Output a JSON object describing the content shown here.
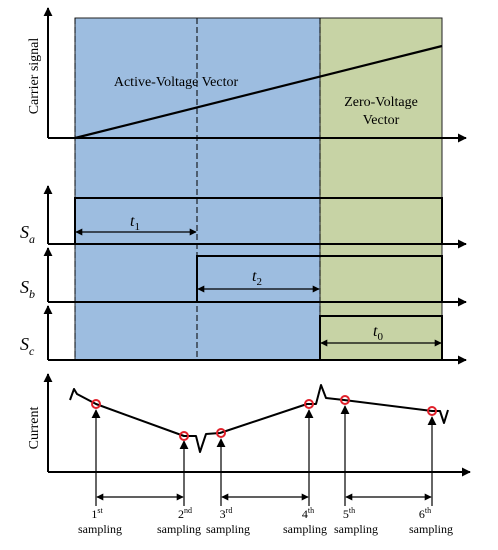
{
  "colors": {
    "active_region": "#9DBDE0",
    "zero_region": "#C7D3A5",
    "line": "#000000",
    "sample_marker": "#E0202A"
  },
  "panels": {
    "carrier": {
      "ylabel": "Carrier signal",
      "active_label": "Active-Voltage Vector",
      "zero_label_line1": "Zero-Voltage",
      "zero_label_line2": "Vector"
    },
    "sa": {
      "label_main": "S",
      "label_sub": "a",
      "interval_main": "t",
      "interval_sub": "1"
    },
    "sb": {
      "label_main": "S",
      "label_sub": "b",
      "interval_main": "t",
      "interval_sub": "2"
    },
    "sc": {
      "label_main": "S",
      "label_sub": "c",
      "interval_main": "t",
      "interval_sub": "0"
    },
    "current": {
      "ylabel": "Current"
    }
  },
  "samplings": [
    {
      "num": "1",
      "sup": "st",
      "word": "sampling"
    },
    {
      "num": "2",
      "sup": "nd",
      "word": "sampling"
    },
    {
      "num": "3",
      "sup": "rd",
      "word": "sampling"
    },
    {
      "num": "4",
      "sup": "th",
      "word": "sampling"
    },
    {
      "num": "5",
      "sup": "th",
      "word": "sampling"
    },
    {
      "num": "6",
      "sup": "th",
      "word": "sampling"
    }
  ]
}
